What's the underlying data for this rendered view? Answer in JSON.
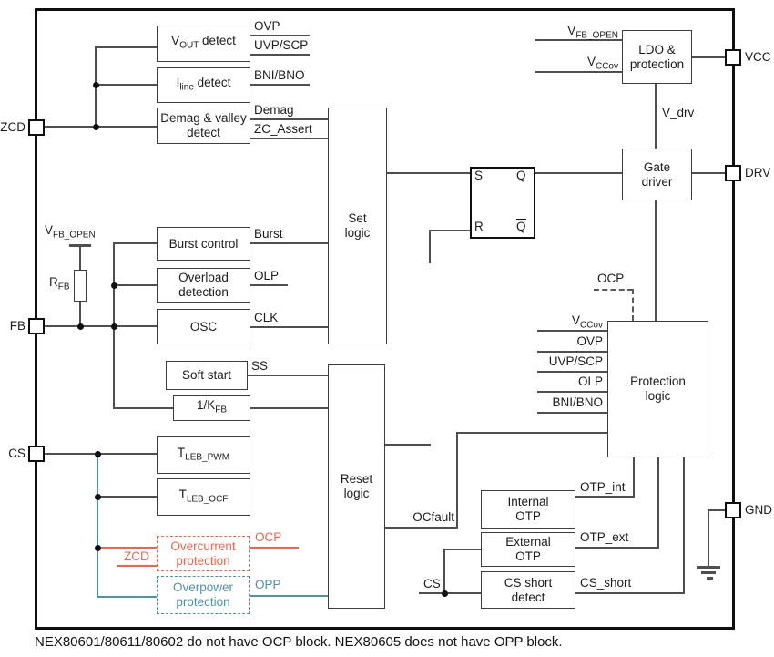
{
  "caption": "NEX80601/80611/80602 do not have OCP block. NEX80605 does not have OPP block.",
  "colors": {
    "red": "#f0654e",
    "teal": "#4e93a5"
  },
  "pins": {
    "zcd": "ZCD",
    "fb": "FB",
    "cs": "CS",
    "vcc": "VCC",
    "drv": "DRV",
    "gnd": "GND"
  },
  "blocks": {
    "vout_detect": {
      "pre": "V",
      "sub": "OUT",
      "post": " detect"
    },
    "iline_detect": {
      "pre": "I",
      "sub": "line",
      "post": " detect"
    },
    "demag_valley": {
      "line1": "Demag & valley",
      "line2": "detect"
    },
    "burst_control": "Burst control",
    "overload_detection": {
      "line1": "Overload",
      "line2": "detection"
    },
    "osc": "OSC",
    "soft_start": "Soft start",
    "k_fb": {
      "pre": "1/K",
      "sub": "FB"
    },
    "t_leb_pwm": {
      "pre": "T",
      "sub": "LEB_PWM"
    },
    "t_leb_ocf": {
      "pre": "T",
      "sub": "LEB_OCF"
    },
    "overcurrent": {
      "line1": "Overcurrent",
      "line2": "protection"
    },
    "overpower": {
      "line1": "Overpower",
      "line2": "protection"
    },
    "set_logic": {
      "line1": "Set",
      "line2": "logic"
    },
    "reset_logic": {
      "line1": "Reset",
      "line2": "logic"
    },
    "ldo": {
      "line1": "LDO &",
      "line2": "protection"
    },
    "gate_driver": {
      "line1": "Gate",
      "line2": "driver"
    },
    "protection_logic": {
      "line1": "Protection",
      "line2": "logic"
    },
    "internal_otp": {
      "line1": "Internal",
      "line2": "OTP"
    },
    "external_otp": {
      "line1": "External",
      "line2": "OTP"
    },
    "cs_short_detect": {
      "line1": "CS short",
      "line2": "detect"
    }
  },
  "latch": {
    "s": "S",
    "r": "R",
    "q": "Q",
    "qbar": "Q"
  },
  "signals": {
    "ovp": "OVP",
    "uvp_scp": "UVP/SCP",
    "bni_bno": "BNI/BNO",
    "demag": "Demag",
    "zc_assert": "ZC_Assert",
    "burst": "Burst",
    "olp": "OLP",
    "clk": "CLK",
    "ss": "SS",
    "vfb_open": {
      "pre": "V",
      "sub": "FB_OPEN"
    },
    "rfb": {
      "pre": "R",
      "sub": "FB"
    },
    "vccov": {
      "pre": "V",
      "sub": "CCov"
    },
    "v_drv": "V_drv",
    "ocp_dashed": "OCP",
    "ocfault": "OCfault",
    "otp_int": "OTP_int",
    "otp_ext": "OTP_ext",
    "cs_short": "CS_short",
    "cs_net": "CS",
    "zcd_red": "ZCD",
    "ocp_red": "OCP",
    "opp_teal": "OPP"
  }
}
